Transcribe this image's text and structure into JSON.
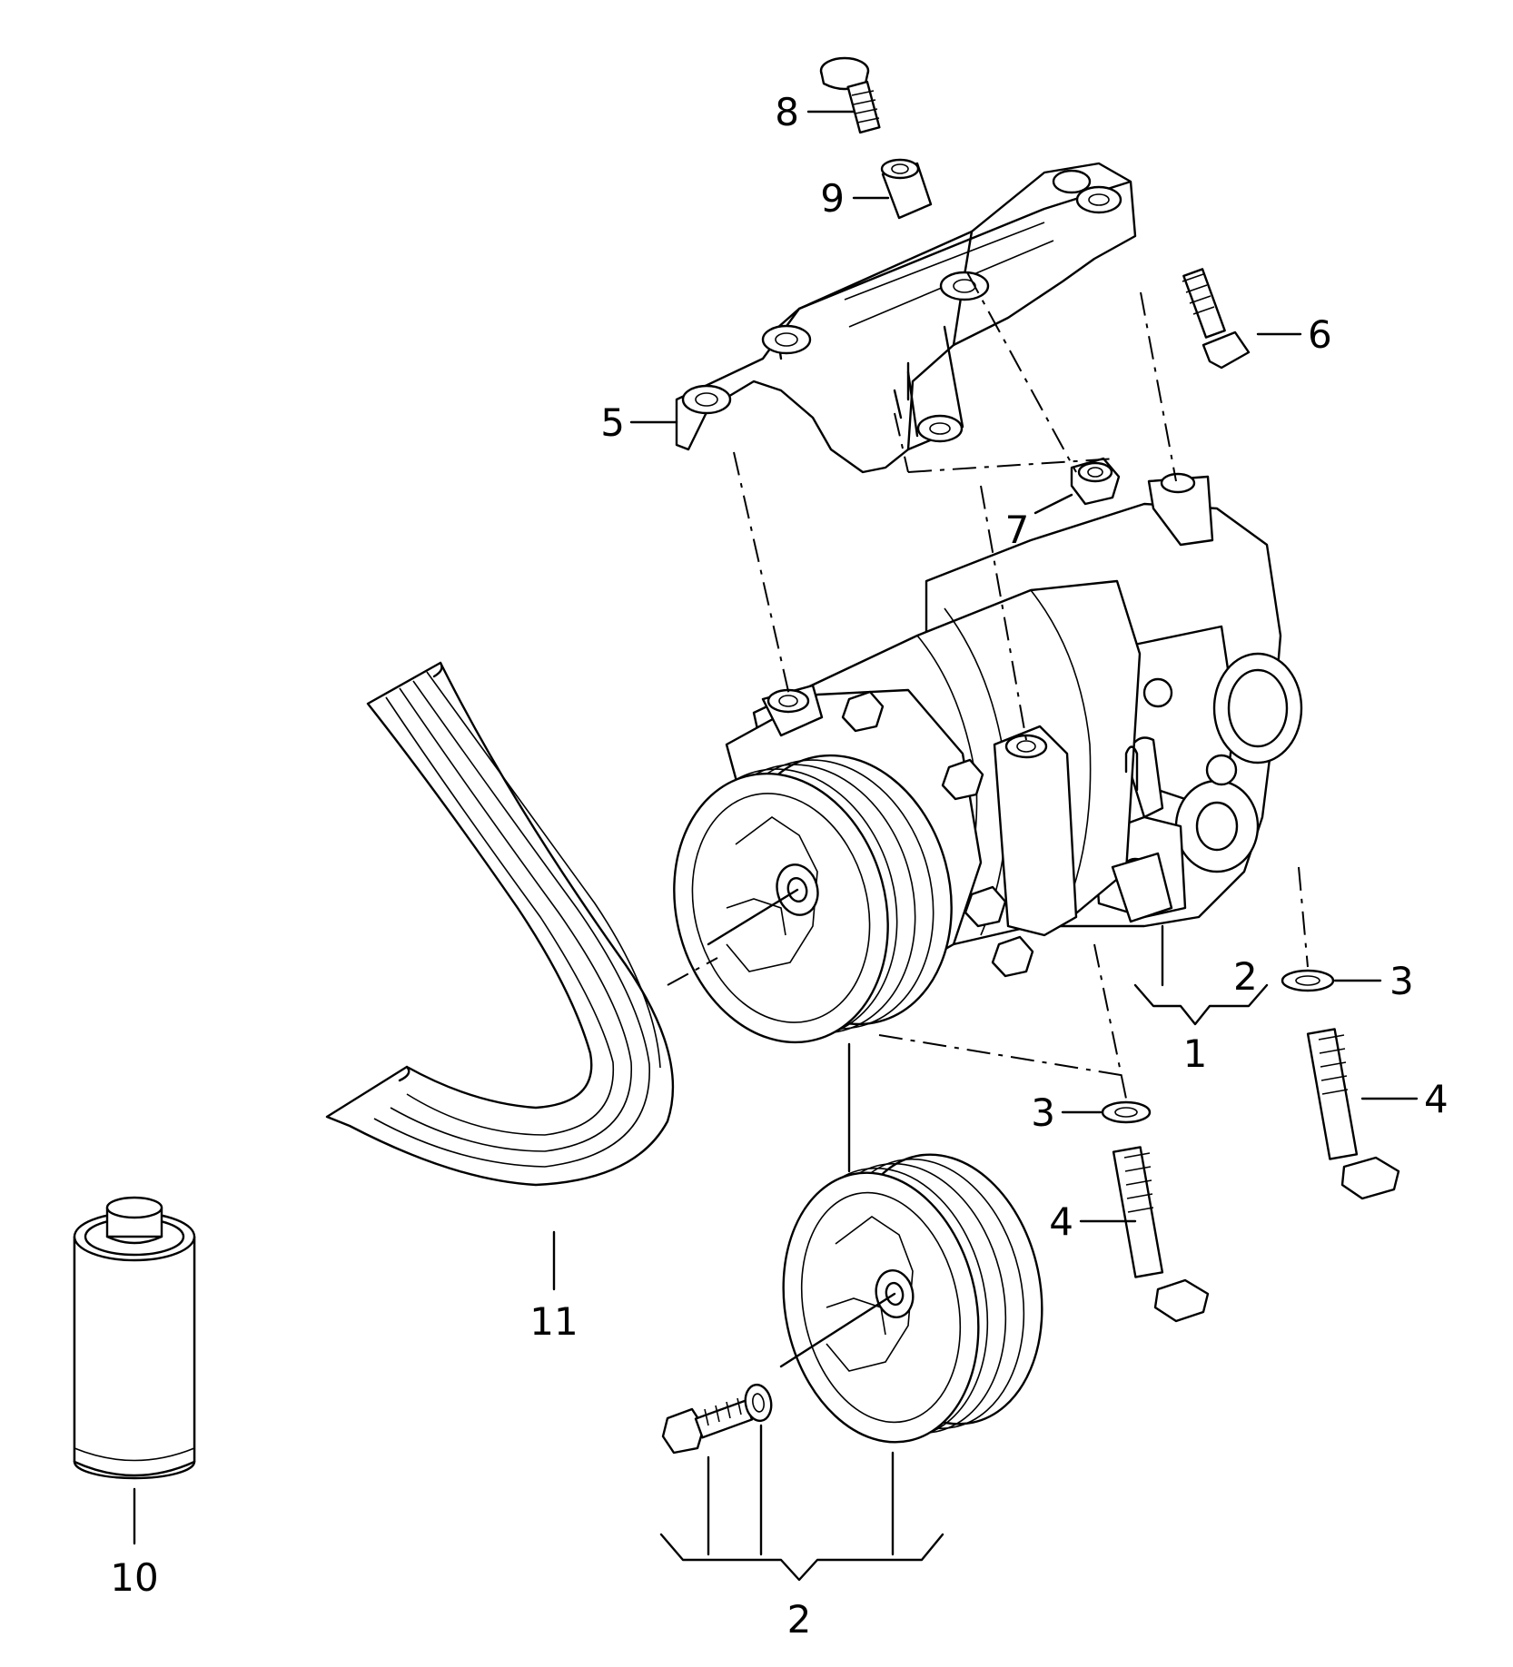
{
  "callouts": {
    "c1": "1",
    "c2a": "2",
    "c2b": "2",
    "c3a": "3",
    "c3b": "3",
    "c4a": "4",
    "c4b": "4",
    "c5": "5",
    "c6": "6",
    "c7": "7",
    "c8": "8",
    "c9": "9",
    "c10": "10",
    "c11": "11"
  }
}
